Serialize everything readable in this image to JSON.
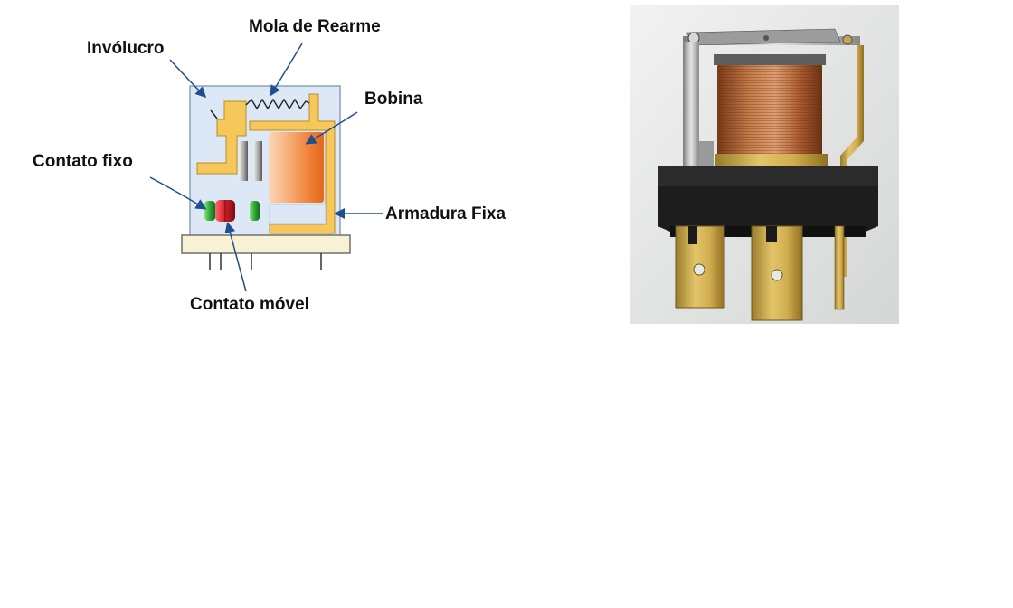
{
  "diagram": {
    "labels": {
      "involucro": "Invólucro",
      "mola_de_rearme": "Mola de Rearme",
      "bobina": "Bobina",
      "contato_fixo": "Contato fixo",
      "armadura_fixa": "Armadura Fixa",
      "contato_movel": "Contato móvel"
    },
    "colors": {
      "housing_fill": "#dde8f6",
      "housing_stroke": "#7e8fa6",
      "armature": "#f6c75b",
      "coil": "#ee7a2e",
      "fixed_contact": "#2ea836",
      "moving_contact": "#c8202a",
      "arrow": "#1f4f8f",
      "base": "#f8f1d4"
    }
  },
  "photo": {
    "subject": "relay-photo",
    "colors": {
      "coil_copper": "#b5683a",
      "base_plastic": "#1b1b1b",
      "terminal_brass": "#c9a851",
      "background": "#e7e9e8"
    }
  }
}
